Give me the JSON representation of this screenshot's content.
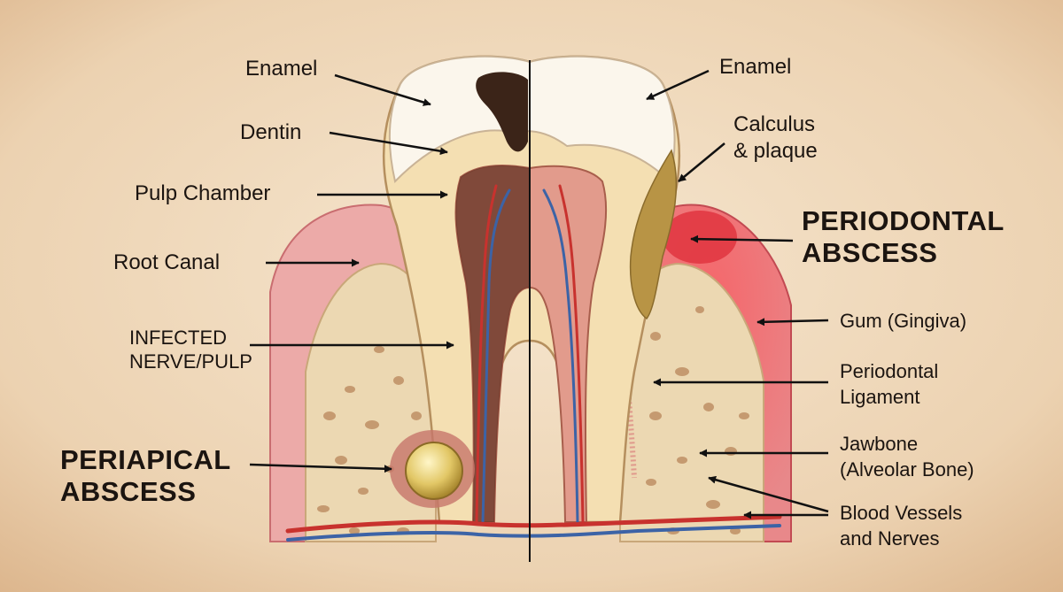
{
  "labels": {
    "enamel_left": "Enamel",
    "dentin": "Dentin",
    "pulp_chamber": "Pulp Chamber",
    "root_canal": "Root Canal",
    "infected_line1": "INFECTED",
    "infected_line2": "NERVE/PULP",
    "periapical_line1": "PERIAPICAL",
    "periapical_line2": "ABSCESS",
    "enamel_right": "Enamel",
    "calculus_line1": "Calculus",
    "calculus_line2": "& plaque",
    "periodontal_line1": "PERIODONTAL",
    "periodontal_line2": "ABSCESS",
    "gum": "Gum (Gingiva)",
    "ligament_line1": "Periodontal",
    "ligament_line2": "Ligament",
    "jawbone_line1": "Jawbone",
    "jawbone_line2": "(Alveolar Bone)",
    "vessels_line1": "Blood Vessels",
    "vessels_line2": "and Nerves"
  },
  "colors": {
    "background": "#efd9bd",
    "enamel": "#fbf6ec",
    "dentin": "#f3deb0",
    "pulp": "#d98a7a",
    "infected_pulp": "#6b3a2a",
    "gum": "#e9a6a4",
    "inflamed_gum": "#e0414a",
    "bone": "#ecd9b6",
    "calculus": "#b69447",
    "artery": "#c8322e",
    "vein": "#3c63a6",
    "abscess": "#e6cf6e"
  }
}
